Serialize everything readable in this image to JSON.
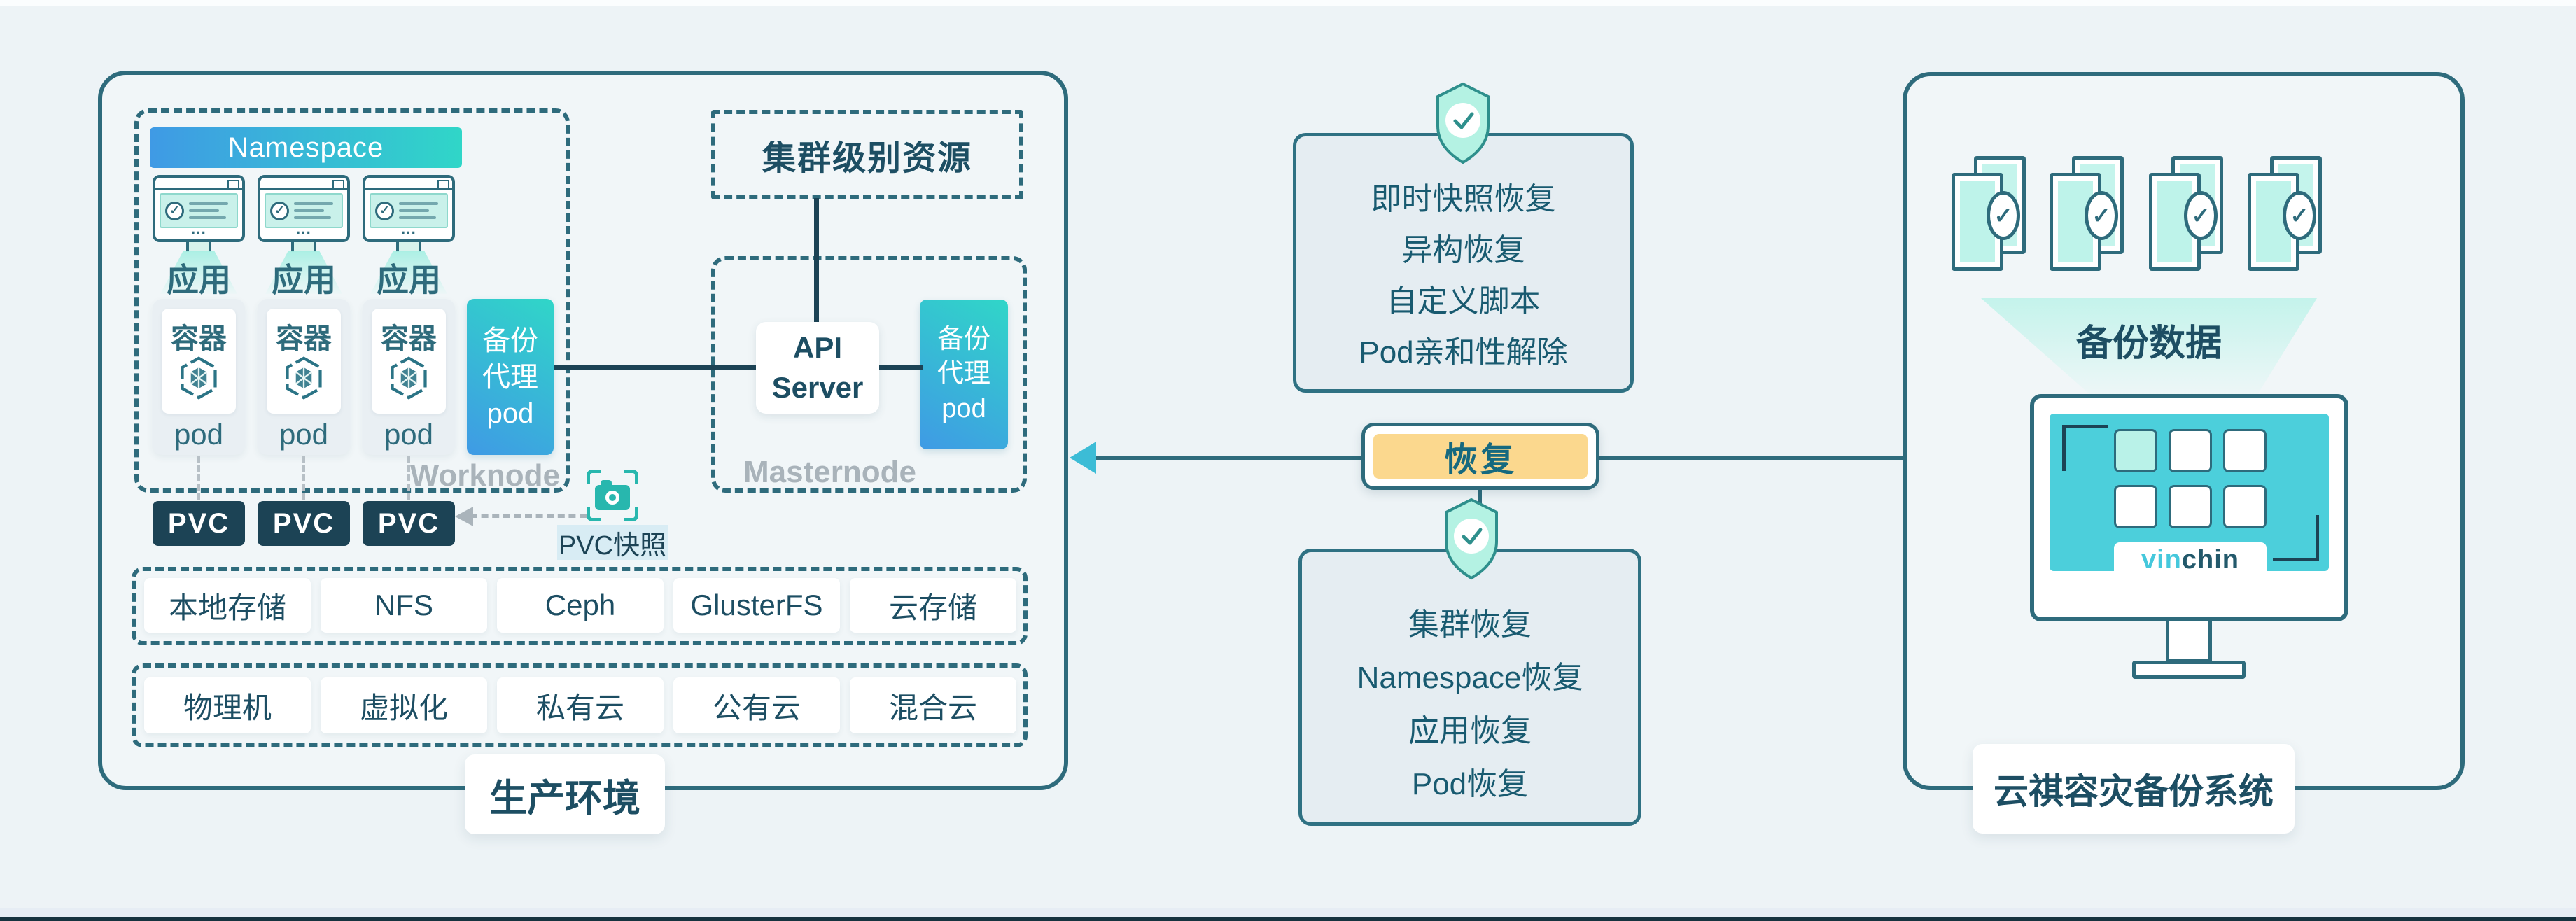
{
  "colors": {
    "page_bg": "#edf3f6",
    "border_teal": "#2e6b7c",
    "dark_navy": "#1c4355",
    "text_dark": "#1d4e63",
    "mint": "#c4f4ec",
    "screen_cyan": "#4ccfdb",
    "accent_yellow": "#fbd88e",
    "gradient_blue": "#3f9ae5",
    "gradient_cyan": "#30d6c8",
    "gray_label": "#a9b3ba",
    "arrow_cyan": "#3cbcd6"
  },
  "icons": {
    "check_glyph": "✓"
  },
  "production": {
    "title": "生产环境",
    "worknode": {
      "namespace_label": "Namespace",
      "node_label": "Worknode",
      "apps": [
        {
          "label": "应用"
        },
        {
          "label": "应用"
        },
        {
          "label": "应用"
        }
      ],
      "pods": [
        {
          "container_label": "容器",
          "pod_label": "pod"
        },
        {
          "container_label": "容器",
          "pod_label": "pod"
        },
        {
          "container_label": "容器",
          "pod_label": "pod"
        }
      ],
      "backup_agent_pod": {
        "line1": "备份",
        "line2": "代理",
        "line3": "pod"
      }
    },
    "masternode": {
      "node_label": "Masternode",
      "api_server": {
        "line1": "API",
        "line2": "Server"
      },
      "backup_agent_pod": {
        "line1": "备份",
        "line2": "代理",
        "line3": "pod"
      }
    },
    "cluster_resources_label": "集群级别资源",
    "pvc_row": {
      "labels": [
        "PVC",
        "PVC",
        "PVC"
      ],
      "snapshot_label": "PVC快照"
    },
    "storage_items": [
      "本地存储",
      "NFS",
      "Ceph",
      "GlusterFS",
      "云存储"
    ],
    "infrastructure_items": [
      "物理机",
      "虚拟化",
      "私有云",
      "公有云",
      "混合云"
    ]
  },
  "middle": {
    "restore_button_label": "恢复",
    "restore_features": [
      "即时快照恢复",
      "异构恢复",
      "自定义脚本",
      "Pod亲和性解除"
    ],
    "recovery_types": [
      "集群恢复",
      "Namespace恢复",
      "应用恢复",
      "Pod恢复"
    ]
  },
  "backup_system": {
    "title": "云祺容灾备份系统",
    "backup_data_label": "备份数据",
    "brand": {
      "prefix": "vin",
      "suffix": "chin"
    }
  }
}
